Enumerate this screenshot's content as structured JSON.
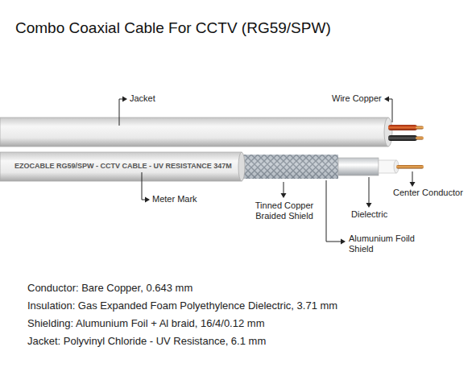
{
  "diagram": {
    "title": "Combo Coaxial Cable For CCTV (RG59/SPW)",
    "labels": [
      "Jacket",
      "Wire Copper",
      "EZOCABLE RG59/SPW - CCTV CABLE - UV RESISTANCE 347M",
      "Meter Mark",
      "Tinned Copper Braided Shield",
      "Center Conductor",
      "Dielectric",
      "Alumunium Foild Shield",
      "Conductor: Bare Copper, 0.643 mm",
      "Insulation: Gas Expanded Foam Polyethylence Dielectric, 3.71 mm",
      "Shielding: Alumunium Foil + Al braid, 16/4/0.12 mm",
      "Jacket: Polyvinyl Chloride - UV Resistance, 6.1 mm"
    ]
  }
}
